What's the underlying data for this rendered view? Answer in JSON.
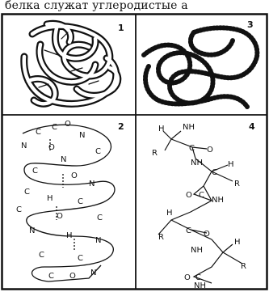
{
  "caption": "белка служат углеродистые а",
  "panels": [
    {
      "number": "1"
    },
    {
      "number": "3"
    },
    {
      "number": "2"
    },
    {
      "number": "4"
    }
  ]
}
